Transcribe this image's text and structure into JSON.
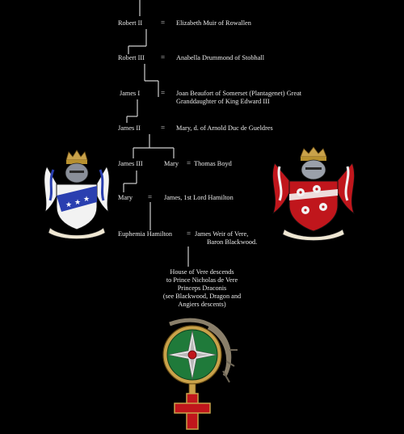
{
  "people": {
    "robert2": "Robert II",
    "elizabeth": "Elizabeth Muir of Rowallen",
    "robert3": "Robert III",
    "anabella": "Anabella Drummond of Stobhall",
    "james1": "James I",
    "joan_line1": "Joan Beaufort of Somerset (Plantagenet) Great",
    "joan_line2": "Granddaughter of King Edward III",
    "james2": "James II",
    "mary_gueldres": "Mary, d. of Arnold Duc de Gueldres",
    "james3": "James III",
    "mary1": "Mary",
    "thomas_boyd": "Thomas Boyd",
    "mary2": "Mary",
    "james_hamilton": "James, 1st Lord Hamilton",
    "euphemia": "Euphemia Hamilton",
    "james_weir_line1": "James Weir of Vere,",
    "james_weir_line2": "Baron Blackwood."
  },
  "marriage_symbol": "=",
  "note": [
    "House of Vere descends",
    "to Prince Nicholas de Vere",
    "Princeps Draconis",
    "(see Blackwood, Dragon and",
    "Angiers descents)"
  ],
  "colors": {
    "background": "#000000",
    "text": "#eaeaea",
    "lines": "#cfcfcf",
    "blue_arms": "#2a3fb0",
    "red_arms": "#c0161c",
    "green_emblem": "#1f7a3a",
    "gold": "#c9a24a"
  },
  "icons": {
    "left_crest": "coat-of-arms-saltire-stars",
    "right_crest": "coat-of-arms-cinquefoils",
    "bottom_emblem": "dragon-rose-cross-emblem"
  }
}
